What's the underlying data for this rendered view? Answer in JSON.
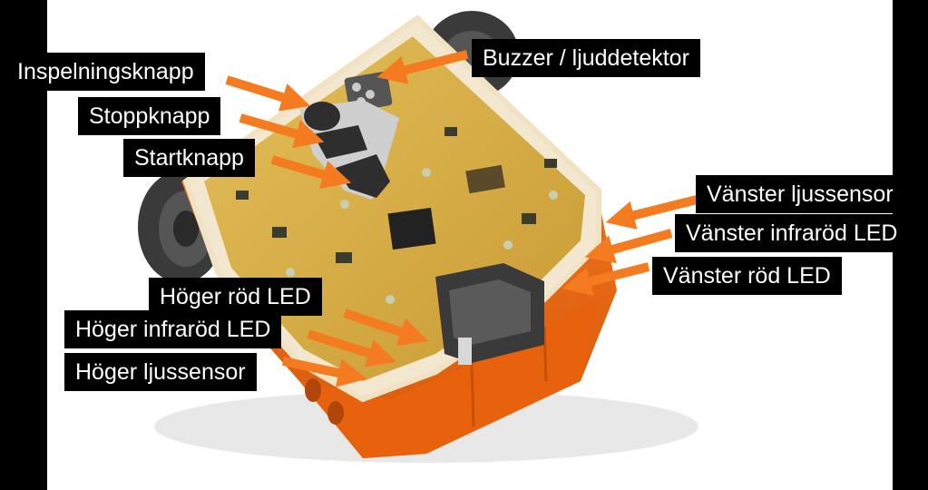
{
  "labels": {
    "record_button": "Inspelningsknapp",
    "stop_button": "Stoppknapp",
    "start_button": "Startknapp",
    "buzzer": "Buzzer / ljuddetektor",
    "left_light_sensor": "Vänster ljussensor",
    "left_ir_led": "Vänster infraröd LED",
    "left_red_led": "Vänster röd LED",
    "right_red_led": "Höger röd LED",
    "right_ir_led": "Höger infraröd LED",
    "right_light_sensor": "Höger ljussensor"
  },
  "colors": {
    "arrow": "#f47b20",
    "robot_body": "#ee6a12",
    "pcb": "#d9b24a",
    "label_bg": "#000000",
    "label_text": "#ffffff",
    "background": "#ffffff"
  }
}
